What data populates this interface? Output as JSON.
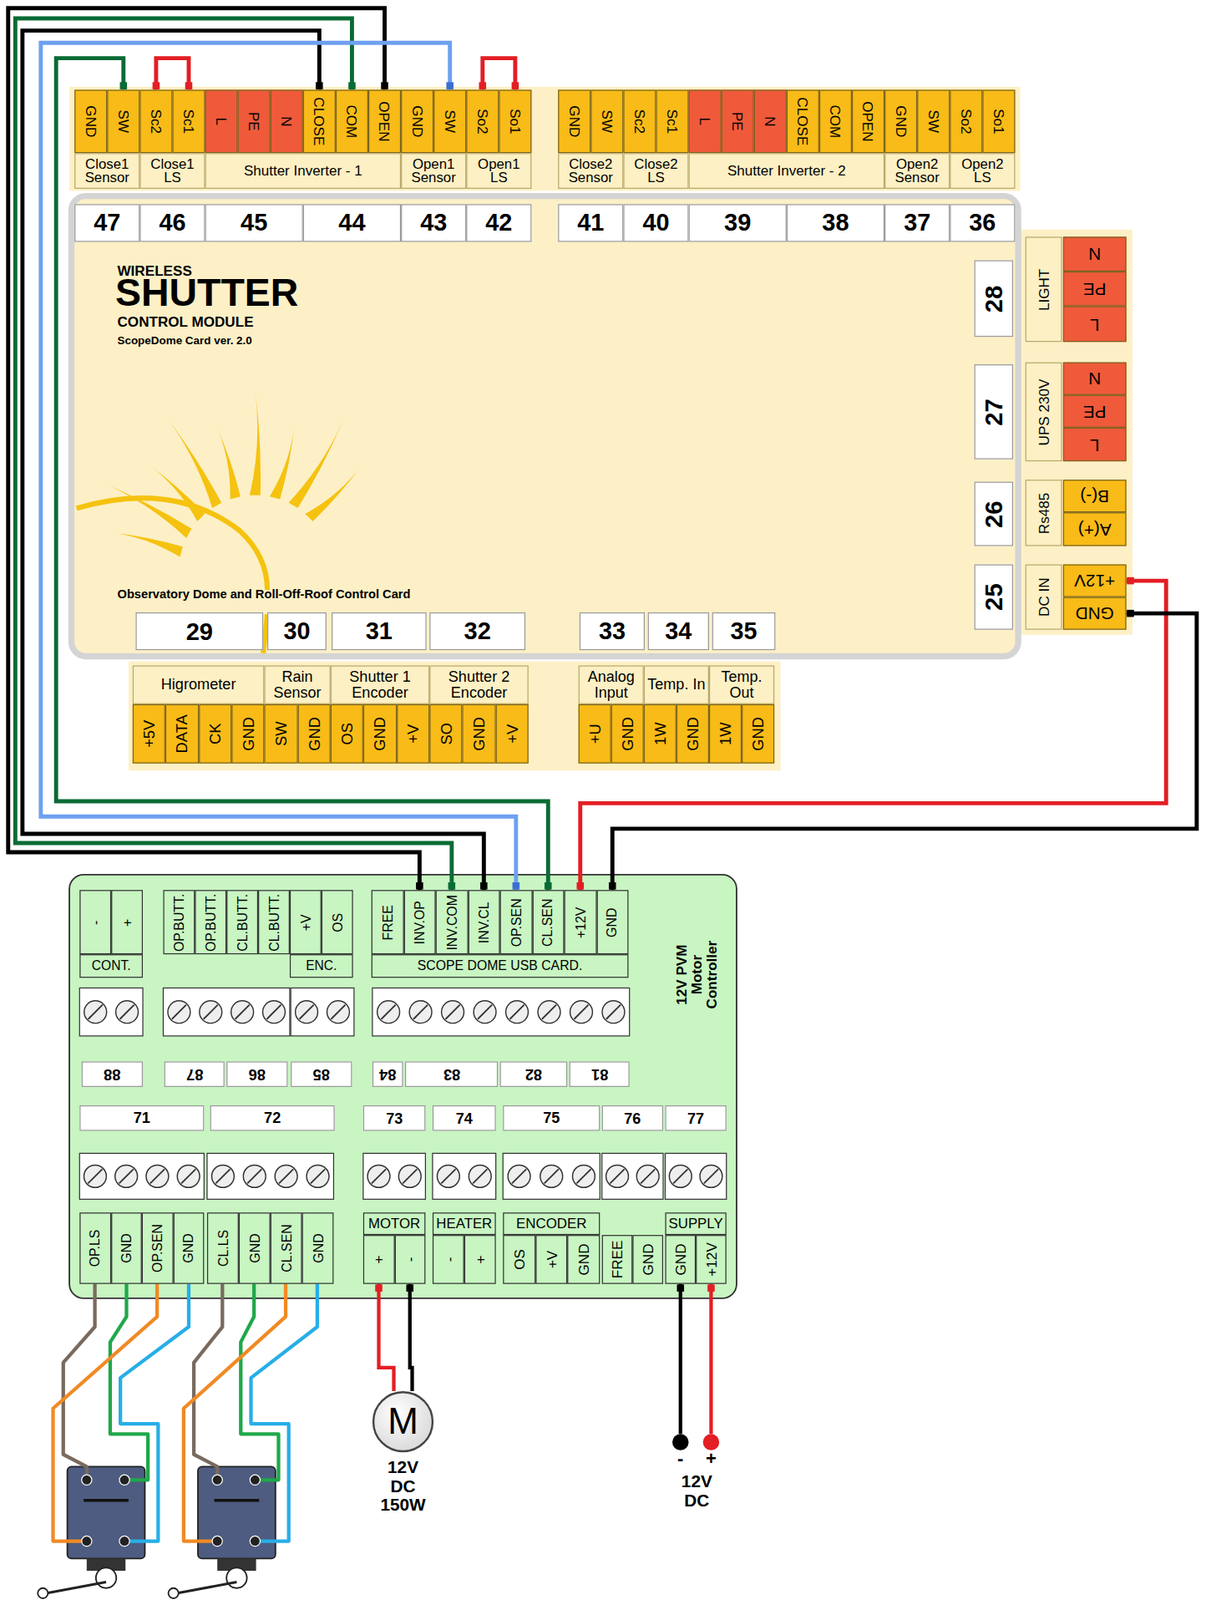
{
  "diagram": {
    "nodes": [
      {
        "text": [
          "WIRELESS",
          "SHUTTER",
          "CONTROL MODULE",
          "ScopeDome Card ver. 2.0",
          "Observatory Dome and Roll-Off-Roof Control Card"
        ]
      },
      {
        "text": [
          "SW"
        ]
      },
      {
        "text": [
          "Sc2"
        ]
      },
      {
        "text": [
          "Sc1"
        ]
      },
      {
        "text": [
          "CLOSE"
        ]
      },
      {
        "text": [
          "COM"
        ]
      },
      {
        "text": [
          "OPEN"
        ]
      },
      {
        "text": [
          "SW"
        ]
      },
      {
        "text": [
          "So2"
        ]
      },
      {
        "text": [
          "So1"
        ]
      },
      {
        "text": [
          "+12V"
        ]
      },
      {
        "text": [
          "GND"
        ]
      },
      {
        "text": [
          "12V PVM Motor Controller"
        ]
      },
      {
        "text": [
          "INV.OP"
        ],
        "in": 12
      },
      {
        "text": [
          "INV.COM"
        ],
        "in": 12
      },
      {
        "text": [
          "INV.CL"
        ],
        "in": 12
      },
      {
        "text": [
          "OP.SEN"
        ],
        "in": 12
      },
      {
        "text": [
          "CL.SEN"
        ],
        "in": 12
      },
      {
        "text": [
          "+12V"
        ],
        "in": 12
      },
      {
        "text": [
          "GND"
        ],
        "in": 12
      },
      {
        "text": [
          "+"
        ],
        "in": 12
      },
      {
        "text": [
          "-"
        ],
        "in": 12
      },
      {
        "text": [
          "GND"
        ],
        "in": 12
      },
      {
        "text": [
          "+12V"
        ],
        "in": 12
      },
      {
        "text": [
          "M",
          "12V DC 150W"
        ]
      },
      {
        "text": [
          "-"
        ]
      },
      {
        "text": [
          "+"
        ]
      }
    ],
    "edges": [
      {
        "from": 6,
        "to": 13,
        "arrow": "none"
      },
      {
        "from": 5,
        "to": 14,
        "arrow": "none"
      },
      {
        "from": 4,
        "to": 15,
        "arrow": "none"
      },
      {
        "from": 7,
        "to": 16,
        "arrow": "none"
      },
      {
        "from": 1,
        "to": 17,
        "arrow": "none"
      },
      {
        "from": 10,
        "to": 18,
        "arrow": "none"
      },
      {
        "from": 11,
        "to": 19,
        "arrow": "none"
      },
      {
        "from": 2,
        "to": 3,
        "arrow": "none"
      },
      {
        "from": 8,
        "to": 9,
        "arrow": "none"
      },
      {
        "from": 20,
        "to": 24,
        "arrow": "none"
      },
      {
        "from": 21,
        "to": 24,
        "arrow": "none"
      },
      {
        "from": 22,
        "to": 25,
        "arrow": "none"
      },
      {
        "from": 23,
        "to": 26,
        "arrow": "none"
      }
    ],
    "labels": [
      "GND",
      "L",
      "PE",
      "N",
      "GND",
      "Close1 Sensor",
      "Close1 LS",
      "Shutter Inverter - 1",
      "Open1 Sensor",
      "Open1 LS",
      "47",
      "46",
      "45",
      "44",
      "43",
      "42",
      "GND",
      "SW",
      "Sc2",
      "Sc1",
      "L",
      "PE",
      "N",
      "CLOSE",
      "COM",
      "OPEN",
      "GND",
      "SW",
      "So2",
      "So1",
      "Close2 Sensor",
      "Close2 LS",
      "Shutter Inverter - 2",
      "Open2 Sensor",
      "Open2 LS",
      "41",
      "40",
      "39",
      "38",
      "37",
      "36",
      "28",
      "27",
      "26",
      "25",
      "LIGHT",
      "UPS 230V",
      "Rs485",
      "DC IN",
      "N",
      "PE",
      "L",
      "N",
      "PE",
      "L",
      "B(-)",
      "A(+)",
      "29",
      "30",
      "31",
      "32",
      "33",
      "34",
      "35",
      "Higrometer",
      "Rain Sensor",
      "Shutter 1 Encoder",
      "Shutter 2 Encoder",
      "Analog Input",
      "Temp. In",
      "Temp. Out",
      "+5V",
      "DATA",
      "CK",
      "GND",
      "SW",
      "GND",
      "OS",
      "GND",
      "+V",
      "SO",
      "GND",
      "+V",
      "+U",
      "GND",
      "1W",
      "GND",
      "1W",
      "GND",
      "-",
      "+",
      "OP.BUTT.",
      "OP.BUTT.",
      "CL.BUTT.",
      "CL.BUTT.",
      "+V",
      "OS",
      "FREE",
      "CONT.",
      "ENC.",
      "SCOPE DOME USB CARD.",
      "88",
      "87",
      "86",
      "85",
      "84",
      "83",
      "82",
      "81",
      "71",
      "72",
      "73",
      "74",
      "75",
      "76",
      "77",
      "MOTOR",
      "HEATER",
      "ENCODER",
      "SUPPLY",
      "OP.LS",
      "GND",
      "OP.SEN",
      "GND",
      "CL.LS",
      "GND",
      "CL.SEN",
      "GND",
      "-",
      "+",
      "OS",
      "+V",
      "GND",
      "FREE",
      "GND",
      "12V DC"
    ]
  }
}
